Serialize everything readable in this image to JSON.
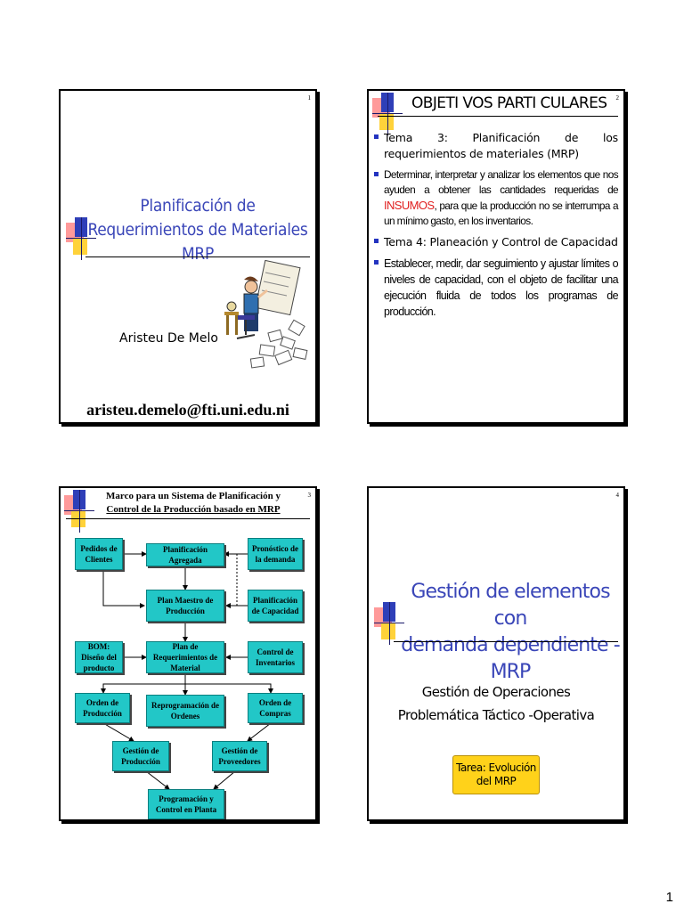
{
  "slide1": {
    "number": "1",
    "title_lines": [
      "Planificación de",
      "Requerimientos de Materiales",
      "MRP"
    ],
    "author": "Aristeu De Melo",
    "email": "aristeu.demelo@fti.uni.edu.ni"
  },
  "slide2": {
    "number": "2",
    "heading": "OBJETI VOS PARTI CULARES",
    "items": [
      {
        "text": "Tema 3: Planificación de los requerimientos de materiales (MRP)"
      },
      {
        "text_before": "Determinar, interpretar y analizar  los elementos que nos ayuden a obtener las cantidades requeridas de ",
        "highlight": "INSUMOS",
        "text_after": ", para que la producción no se interrumpa a un mínimo gasto, en los inventarios."
      },
      {
        "text": "Tema 4: Planeación y Control de Capacidad"
      },
      {
        "text": "Establecer, medir, dar seguimiento y ajustar límites o niveles de capacidad, con el objeto de facilitar una ejecución fluida de todos los programas de producción."
      }
    ],
    "highlight_color": "#e02020"
  },
  "slide3": {
    "number": "3",
    "title_line1": "Marco  para un Sistema de Planificación y",
    "title_line2": "Control de la Producción basado en MRP",
    "boxes": {
      "pedidos": "Pedidos de Clientes",
      "planagregada": "Planificación Agregada",
      "pronostico": "Pronóstico de la demanda",
      "planmaestro": "Plan Maestro de Producción",
      "plancap": "Planificación de Capacidad",
      "bom": "BOM: Diseño del producto",
      "planreq": "Plan de Requerimientos de Material",
      "controlinv": "Control de Inventarios",
      "ordenprod": "Orden de Producción",
      "reprog": "Reprogramación de Ordenes",
      "ordencomp": "Orden de Compras",
      "gestprod": "Gestión de Producción",
      "gestprov": "Gestión de Proveedores",
      "progcontrol": "Programación y Control en Planta"
    },
    "box_color": "#22c7c7"
  },
  "slide4": {
    "number": "4",
    "title_lines": [
      "Gestión de elementos con",
      "demanda dependiente - MRP"
    ],
    "subtitle_lines": [
      "Gestión de Operaciones",
      "Problemática Táctico -Operativa"
    ],
    "tarea_lines": [
      "Tarea: Evolución",
      "del MRP"
    ],
    "tarea_color": "#ffd21a"
  },
  "page_number": "1"
}
